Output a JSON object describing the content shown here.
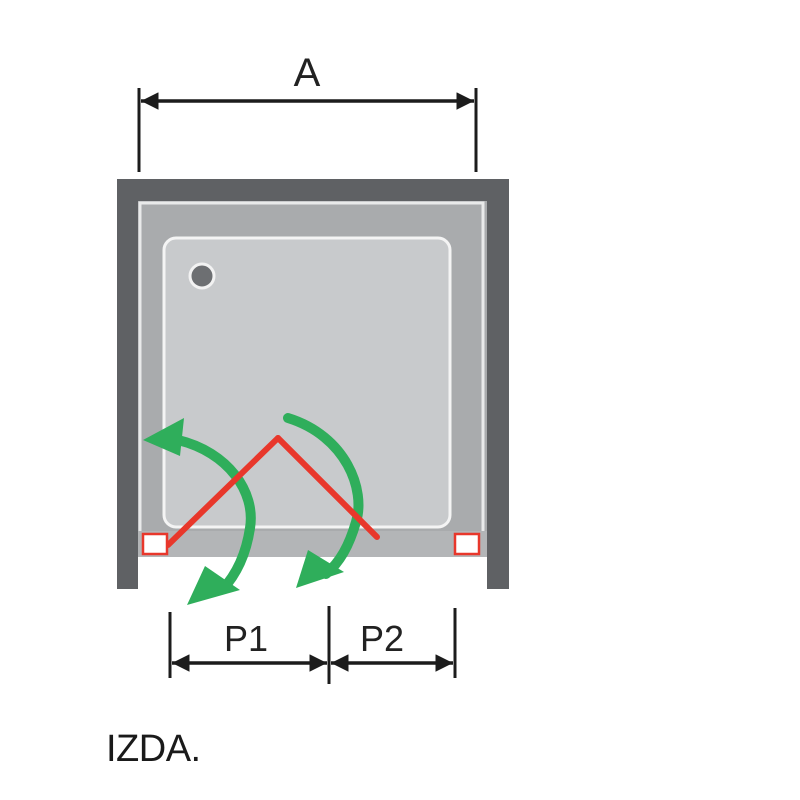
{
  "labels": {
    "width_dimension": "A",
    "panel_1": "P1",
    "panel_2": "P2",
    "side_caption": "IZDA."
  },
  "colors": {
    "frame": "#5f6164",
    "enclosure_floor": "#a9abad",
    "tray": "#c8cacc",
    "tray_border": "#f4f4f4",
    "door_panels": "#e8372b",
    "swing_arrows": "#2fae5b",
    "dimension_lines": "#1c1c1c",
    "hinge_fill": "#ffffff"
  },
  "icons": {
    "drain": "drain-icon",
    "hinge": "hinge-icon",
    "swing_arrow": "swing-arrow-icon"
  }
}
